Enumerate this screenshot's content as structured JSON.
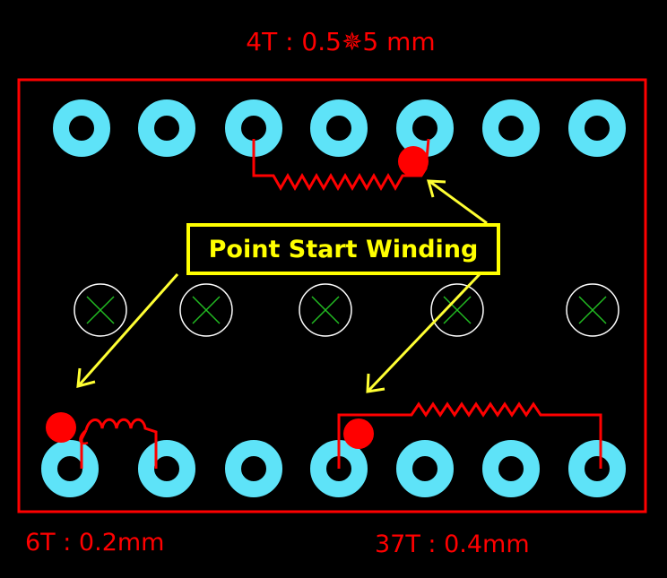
{
  "labels": {
    "top_winding": "4T : 0.5✵5 mm",
    "bottom_left_winding": "6T : 0.2mm",
    "bottom_right_winding": "37T : 0.4mm",
    "callout": "Point Start Winding"
  },
  "colors": {
    "background": "#000000",
    "outline": "#ff0000",
    "pad": "#5ee3f8",
    "pad_hole": "#000000",
    "mount_circle": "#ffffff",
    "mount_cross": "#22bb22",
    "callout_box": "#ffff00",
    "arrow": "#ffff33",
    "start_dot": "#ff0000",
    "label_text": "#ff0000"
  },
  "pads": {
    "top_count": 7,
    "bottom_count": 7
  },
  "mounting_holes": {
    "count": 5
  }
}
